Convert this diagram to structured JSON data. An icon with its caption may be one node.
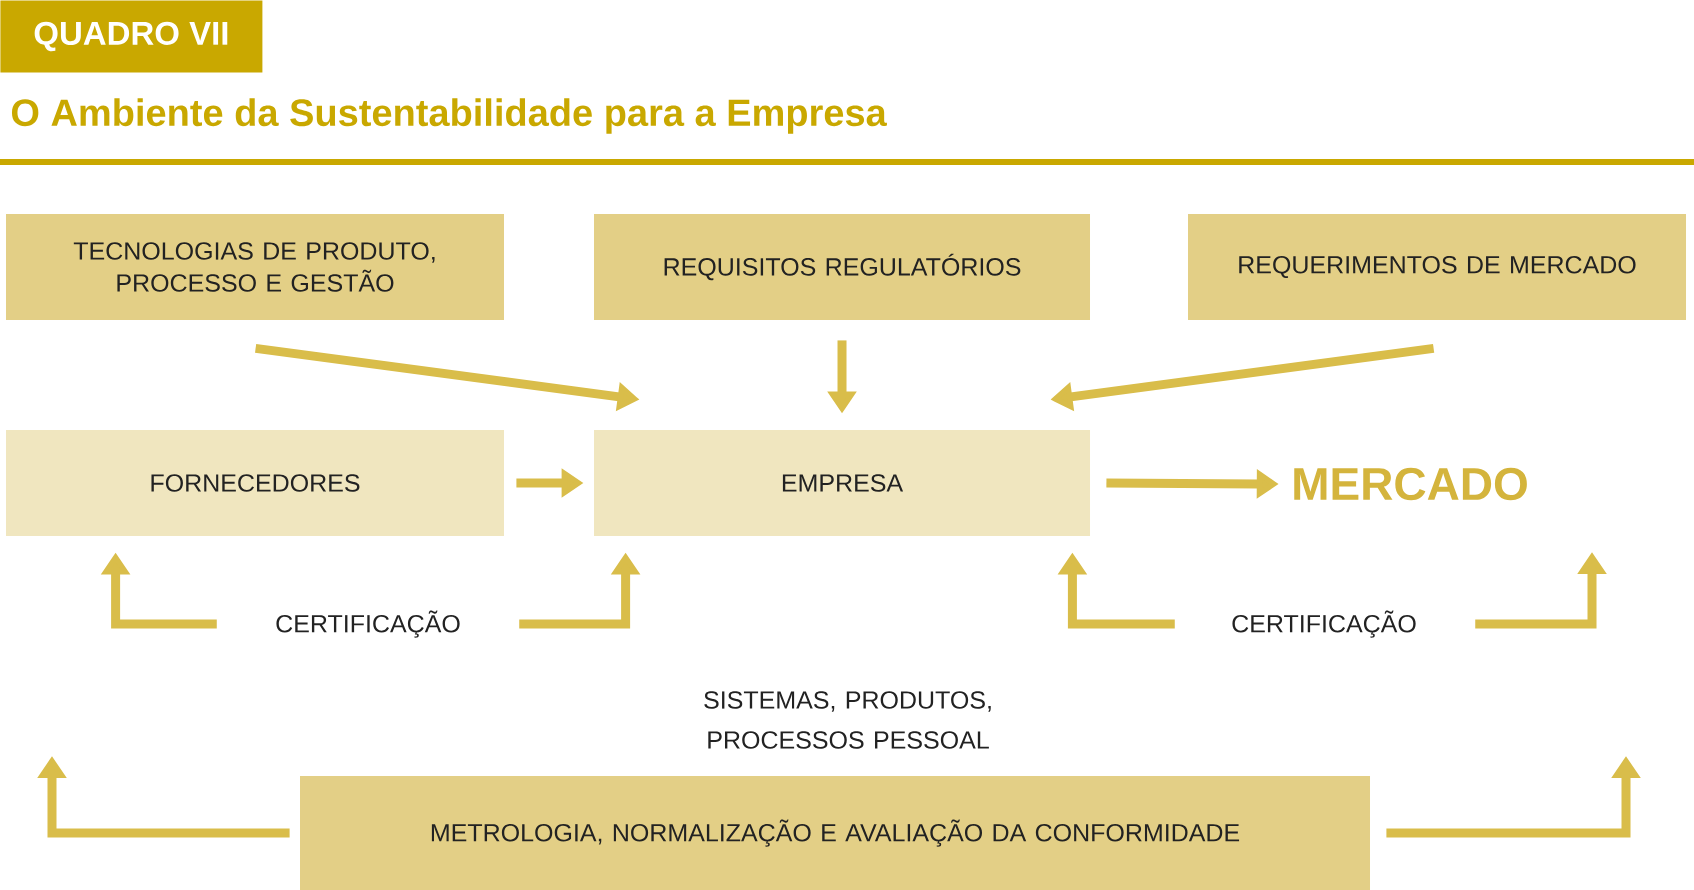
{
  "diagram": {
    "title": "O Ambiente da Sustentabilidade para a Empresa",
    "nodes": [
      {
        "text": [
          "TECNOLOGIAS DE PRODUTO, PROCESSO E GESTÃO"
        ]
      },
      {
        "text": [
          "REQUISITOS REGULATÓRIOS"
        ]
      },
      {
        "text": [
          "REQUERIMENTOS DE MERCADO"
        ]
      },
      {
        "text": [
          "FORNECEDORES"
        ]
      },
      {
        "text": [
          "EMPRESA"
        ]
      },
      {
        "text": [
          "MERCADO"
        ]
      },
      {
        "text": [
          "METROLOGIA, NORMALIZAÇÃO E AVALIAÇÃO DA CONFORMIDADE"
        ]
      },
      {
        "text": [
          "CERTIFICAÇÃO"
        ]
      },
      {
        "text": [
          "CERTIFICAÇÃO"
        ]
      }
    ],
    "edges": [
      {
        "from": 0,
        "to": 4,
        "arrow": "to"
      },
      {
        "from": 1,
        "to": 4,
        "arrow": "to"
      },
      {
        "from": 2,
        "to": 4,
        "arrow": "to"
      },
      {
        "from": 3,
        "to": 4,
        "arrow": "to"
      },
      {
        "from": 4,
        "to": 5,
        "arrow": "to"
      },
      {
        "from": 7,
        "to": 3,
        "arrow": "to"
      },
      {
        "from": 7,
        "to": 4,
        "arrow": "to"
      },
      {
        "from": 8,
        "to": 4,
        "arrow": "to"
      },
      {
        "from": 8,
        "to": 5,
        "arrow": "to"
      },
      {
        "from": 6,
        "to": null,
        "arrow": "to"
      },
      {
        "from": 6,
        "to": null,
        "arrow": "to"
      }
    ],
    "labels": [
      "QUADRO VII",
      "SISTEMAS, PRODUTOS, PROCESSOS PESSOAL"
    ]
  }
}
